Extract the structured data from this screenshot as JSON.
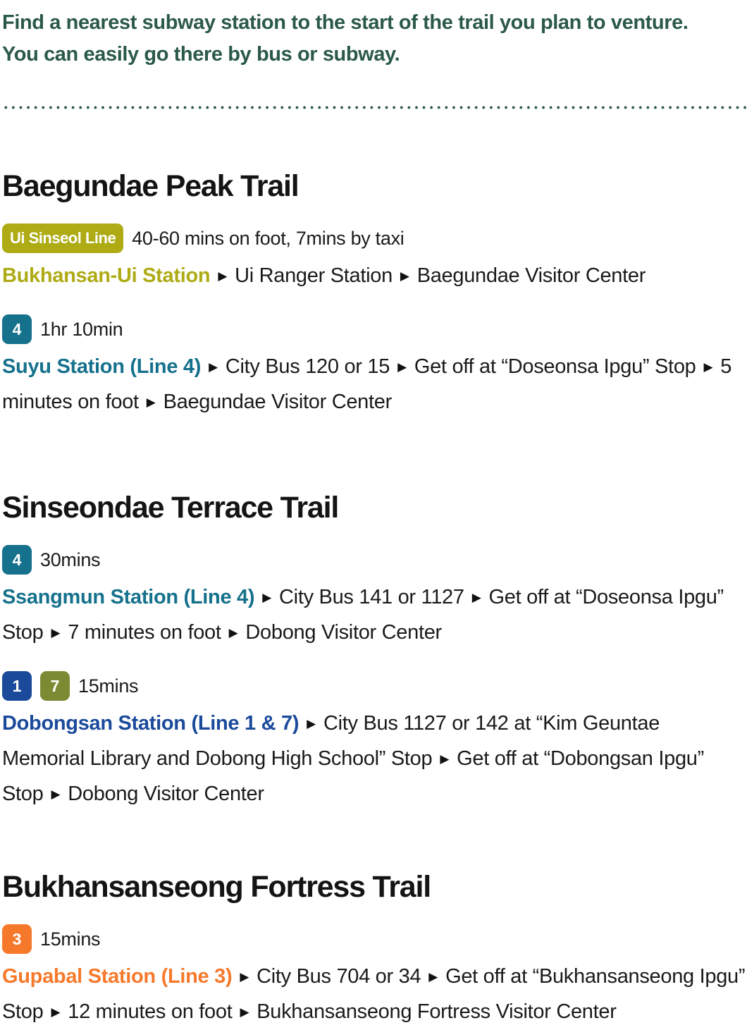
{
  "intro": "Find a nearest subway station to the start of the trail you plan to venture. You can easily go there by bus or subway.",
  "colors": {
    "intro_green": "#2B5948",
    "heading": "#141414",
    "body": "#1A1A1A",
    "ui_sinseol_line": "#AEAB15",
    "line1": "#1B4A9B",
    "line3": "#F6792B",
    "line4": "#15718C",
    "line7": "#7C8A33",
    "divider_dot": "#2B5948"
  },
  "sections": [
    {
      "title": "Baegundae Peak Trail",
      "rows": [
        {
          "badges": [
            {
              "label": "Ui Sinseol Line",
              "color": "#AEAB15"
            }
          ],
          "time": "40-60 mins on foot, 7mins by taxi",
          "station": "Bukhansan-Ui Station",
          "station_color": "#AEAB15",
          "steps": [
            "Ui Ranger Station",
            "Baegundae Visitor Center"
          ]
        },
        {
          "badges": [
            {
              "label": "4",
              "color": "#15718C"
            }
          ],
          "time": "1hr 10min",
          "station": "Suyu Station (Line 4)",
          "station_color": "#15718C",
          "steps": [
            "City Bus 120 or 15",
            "Get off at “Doseonsa Ipgu” Stop",
            "5 minutes on foot",
            "Baegundae Visitor Center"
          ]
        }
      ]
    },
    {
      "title": "Sinseondae Terrace Trail",
      "rows": [
        {
          "badges": [
            {
              "label": "4",
              "color": "#15718C"
            }
          ],
          "time": "30mins",
          "station": "Ssangmun Station (Line 4)",
          "station_color": "#15718C",
          "steps": [
            "City Bus 141 or 1127",
            "Get off at “Doseonsa Ipgu” Stop",
            "7 minutes on foot",
            "Dobong Visitor Center"
          ]
        },
        {
          "badges": [
            {
              "label": "1",
              "color": "#1B4A9B"
            },
            {
              "label": "7",
              "color": "#7C8A33"
            }
          ],
          "time": "15mins",
          "station": "Dobongsan Station (Line 1 & 7)",
          "station_color": "#1B4A9B",
          "steps": [
            "City Bus 1127 or 142 at “Kim Geuntae Memorial Library and Dobong High School” Stop",
            "Get off at “Dobongsan Ipgu” Stop",
            "Dobong Visitor Center"
          ]
        }
      ]
    },
    {
      "title": "Bukhansanseong Fortress Trail",
      "rows": [
        {
          "badges": [
            {
              "label": "3",
              "color": "#F6792B"
            }
          ],
          "time": "15mins",
          "station": "Gupabal Station (Line 3)",
          "station_color": "#F6792B",
          "steps": [
            "City Bus 704 or 34",
            "Get off at “Bukhansanseong Ipgu” Stop",
            "12 minutes on foot",
            "Bukhansanseong Fortress Visitor Center"
          ]
        }
      ]
    }
  ]
}
